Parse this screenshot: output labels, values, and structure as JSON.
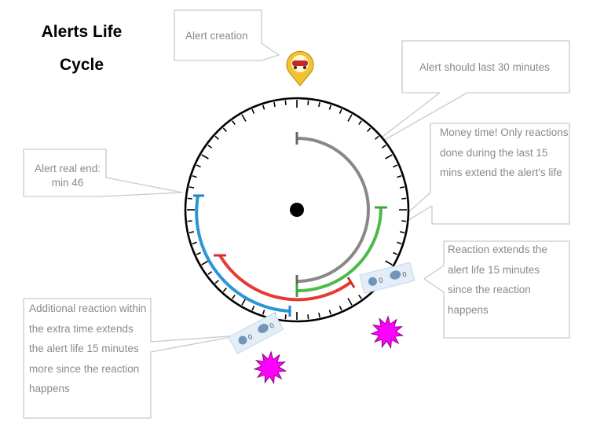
{
  "title": {
    "line1": "Alerts Life",
    "line2": "Cycle"
  },
  "callouts": {
    "creation": "Alert creation",
    "should_last": "Alert should last 30 minutes",
    "money_time": "Money time! Only reactions done during the last 15 mins extend the alert's life",
    "real_end": "Alert real end: min 46",
    "reaction_extends": "Reaction extends the alert life 15 minutes since the reaction happens",
    "additional_reaction": "Additional reaction within the extra time extends the alert life 15 minutes more since the reaction happens"
  },
  "reaction_cards": {
    "first": {
      "like_count": "0",
      "comment_count": "0"
    },
    "second": {
      "like_count": "0",
      "comment_count": "0"
    }
  },
  "timeline_minutes": {
    "clock_total": 60,
    "alert_duration": [
      0,
      30
    ],
    "money_time": [
      15,
      30
    ],
    "first_extension": [
      16,
      31
    ],
    "alert_real_end": 46
  },
  "colors": {
    "duration": "#888888",
    "money_time": "#4cbb4c",
    "first_extension": "#e53935",
    "real_end": "#2b96d6",
    "burst": "#ff00ff",
    "pin": "#f2c230"
  },
  "icons": [
    "alert-pin-icon",
    "like-icon",
    "comment-icon",
    "burst-icon"
  ]
}
